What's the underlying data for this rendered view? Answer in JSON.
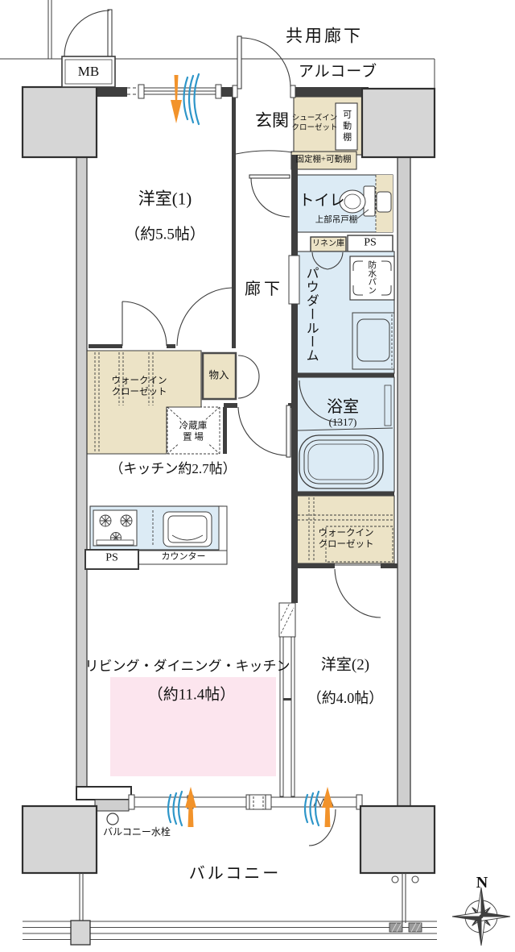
{
  "plan": {
    "type": "apartment-floor-plan",
    "orientation": "north-up"
  },
  "colors": {
    "closet_beige": "#ece3c6",
    "wet_blue": "#dcebf5",
    "ldk_pink": "#fce5ee",
    "pillar_grey": "#d6d6d6",
    "wall_grey": "#cfcfcf",
    "arrow_orange": "#f2932b",
    "airflow_blue": "#2e96c9"
  },
  "labels": {
    "common_corridor": "共用廊下",
    "alcove": "アルコーブ",
    "mb": "MB",
    "entrance": "玄関",
    "shoes_closet": [
      "シューズイン",
      "クローゼット"
    ],
    "movable_shelf": "可動棚",
    "fixed_movable_shelf": "固定棚+可動棚",
    "bedroom1": "洋室(1)",
    "bedroom1_size": "（約5.5帖）",
    "toilet": "トイレ",
    "upper_cabinet": "上部吊戸棚",
    "linen": "リネン庫",
    "ps": "PS",
    "corridor": "廊下",
    "powder_room": "パウダールーム",
    "waterproof_pan": "防水パン",
    "bathroom": "浴室",
    "bathroom_size": "(1317)",
    "walk_in_closet": [
      "ウォークイン",
      "クローゼット"
    ],
    "storage": "物入",
    "fridge_space": [
      "冷蔵庫",
      "置 場"
    ],
    "kitchen_size": "（キッチン約2.7帖）",
    "counter": "カウンター",
    "ldk": "リビング・ダイニング・キッチン",
    "ldk_size": "（約11.4帖）",
    "bedroom2": "洋室(2)",
    "bedroom2_size": "（約4.0帖）",
    "balcony_faucet": "バルコニー水栓",
    "balcony": "バルコニー",
    "compass_north": "N"
  }
}
